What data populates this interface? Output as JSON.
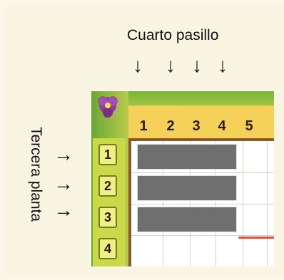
{
  "labels": {
    "top": "Cuarto pasillo",
    "side": "Tercera planta"
  },
  "arrows": {
    "down": "↓",
    "right": "→"
  },
  "board": {
    "column_numbers": [
      "1",
      "2",
      "3",
      "4",
      "5"
    ],
    "row_numbers": [
      "1",
      "2",
      "3",
      "4"
    ],
    "shaded_rows": [
      1,
      2,
      3
    ],
    "shaded_columns": [
      1,
      2,
      3,
      4
    ]
  },
  "colors": {
    "background": "#faf5e2",
    "shade": "#6f6f6f",
    "column_strip": "#f6d15a",
    "vine": "#7bb33a"
  }
}
